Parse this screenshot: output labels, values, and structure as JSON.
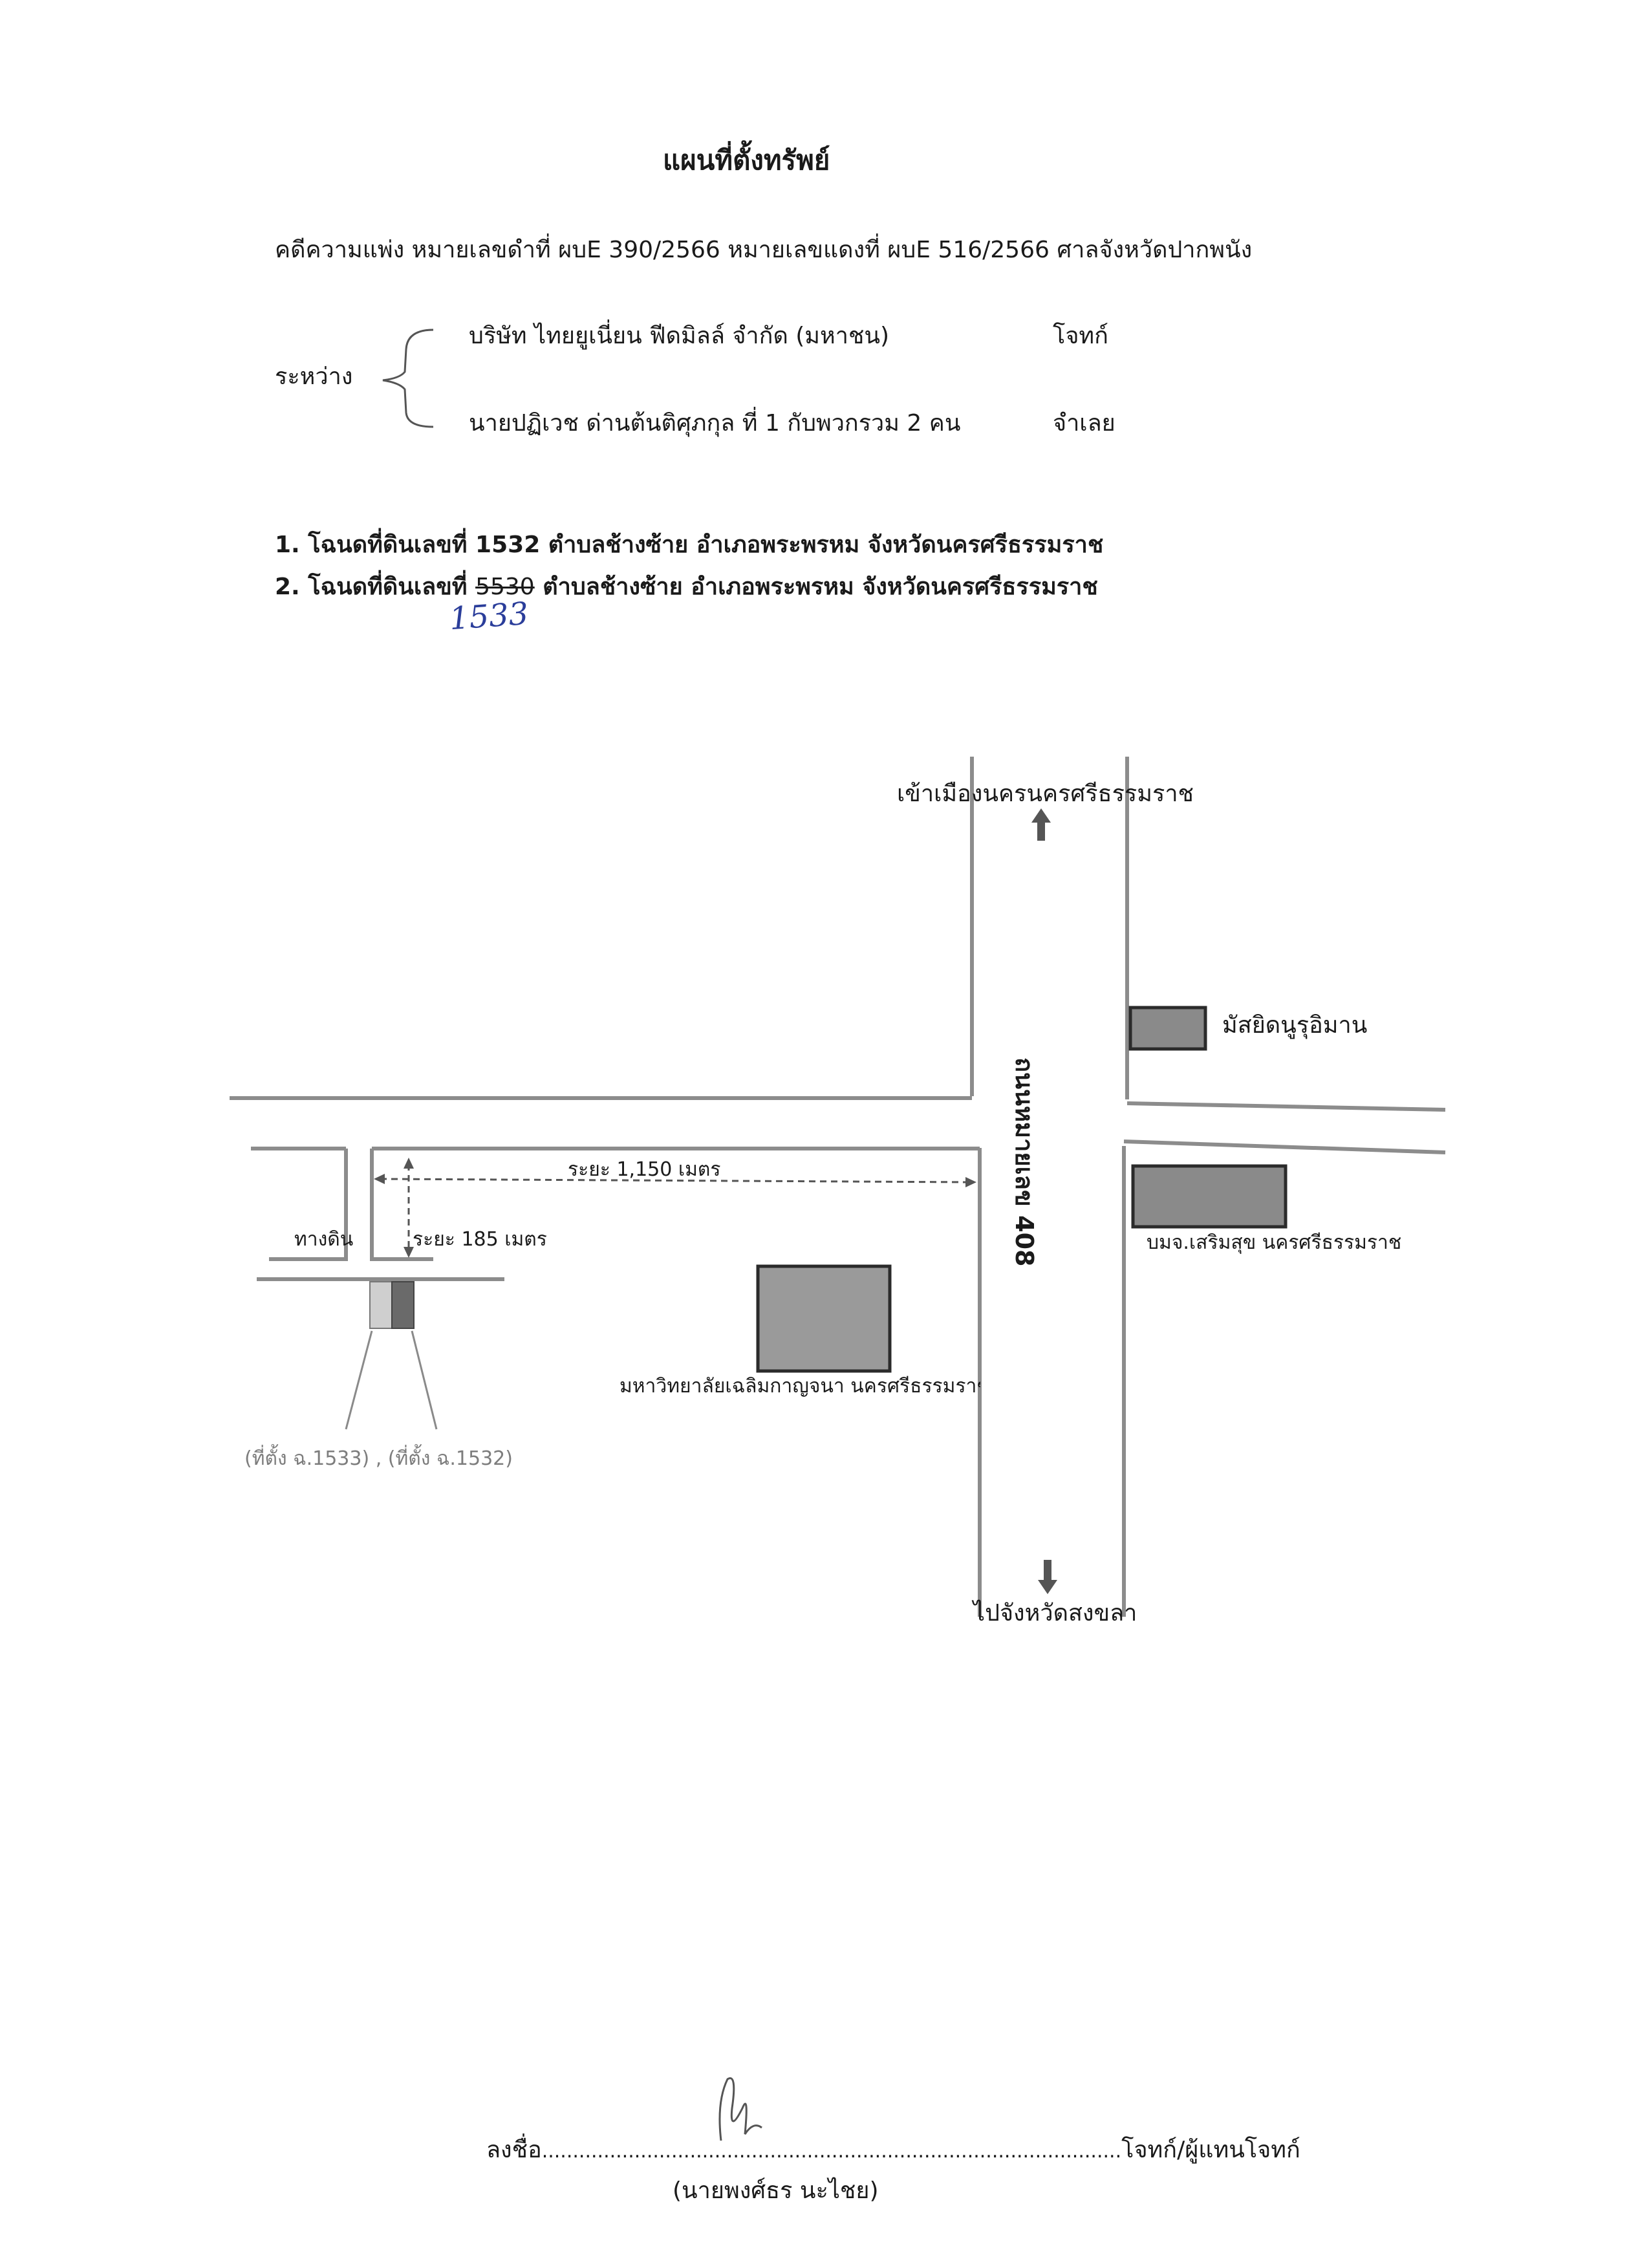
{
  "doc": {
    "title": "แผนที่ตั้งทรัพย์",
    "case_line": "คดีความแพ่ง   หมายเลขดำที่ ผบE 390/2566      หมายเลขแดงที่ ผบE 516/2566    ศาลจังหวัดปากพนัง",
    "between_label": "ระหว่าง",
    "plaintiff_name": "บริษัท ไทยยูเนี่ยน ฟีดมิลล์  จำกัด (มหาชน)",
    "plaintiff_role": "โจทก์",
    "defendant_name": "นายปฏิเวช ด่านต้นติศุภกุล ที่ 1 กับพวกรวม 2 คน",
    "defendant_role": "จำเลย",
    "deed1": "1. โฉนดที่ดินเลขที่ 1532 ตำบลช้างซ้าย    อำเภอพระพรหม    จังหวัดนครศรีธรรมราช",
    "deed2_prefix": "2. โฉนดที่ดินเลขที่",
    "deed2_struck": "5530",
    "deed2_suffix": "ตำบลช้างซ้าย    อำเภอพระพรหม    จังหวัดนครศรีธรรมราช",
    "deed2_handwritten": "1533"
  },
  "map": {
    "north_label": "เข้าเมืองนครนครศรีธรรมราช",
    "south_label": "ไปจังหวัดสงขลา",
    "road_label": "ถนนหมายเลข 408",
    "mosque_label": "มัสยิดนูรุอิมาน",
    "company_label": "บมจ.เสริมสุข นครศรีธรรมราช",
    "university_label": "มหาวิทยาลัยเฉลิมกาญจนา นครศรีธรรมราช",
    "dirt_road_label": "ทางดิน",
    "distance_long": "ระยะ  1,150 เมตร",
    "distance_short": "ระยะ 185 เมตร",
    "location_labels": "(ที่ตั้ง ฉ.1533) , (ที่ตั้ง ฉ.1532)",
    "colors": {
      "road": "#8c8c8c",
      "building": "#8a8a8a",
      "building_border": "#2b2b2b"
    }
  },
  "signature": {
    "sign_prefix": "ลงชื่อ",
    "dots": "..............................................................................................",
    "sign_role": "โจทก์/ผู้แทนโจทก์",
    "signer_name": "(นายพงศ์ธร  นะไชย)"
  }
}
